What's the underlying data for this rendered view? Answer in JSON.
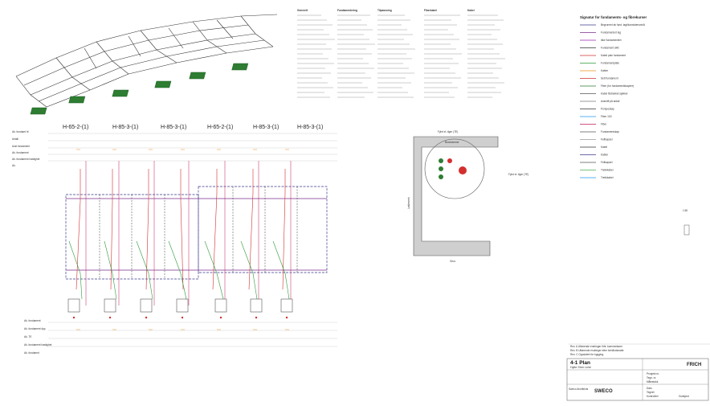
{
  "drawing": {
    "sheet_title": "4-1 Plan",
    "sheet_subtitle": "Hytte Strm Leire",
    "column_types": [
      "H-65-2-(1)",
      "H-85-3-(1)",
      "H-85-3-(1)",
      "H-65-2-(1)",
      "H-85-3-(1)",
      "H-85-3-(1)"
    ],
    "row_labels": [
      "Ak. fundamt ht",
      "Antall",
      "Avst fundament",
      "Ak. fundament",
      "Ak. fundament hastighet",
      "Ak."
    ],
    "bottom_row_labels": [
      "Ak. fundament",
      "Ak. fundament dyp",
      "Ak. TE",
      "Ak. fundament hastighet",
      "Ak. fundamnt"
    ],
    "detail_labels": {
      "top": "Fylnt el. tiger (TE)",
      "left": "Løkkeverk",
      "bottom": "Grus",
      "right": "Fylnt el. tiger (TE)",
      "inner": "Bunnramme"
    },
    "legend_title": "Signatur for fundaments- og fibrekurser",
    "legend_items": [
      "Begrunnet ak fund. lagt/konsistensnivå",
      "Fundamentert lag",
      "Ikke fundamentert",
      "Fundament slikt",
      "Kabel plan fundament",
      "Fundamentplate",
      "Kabler",
      "Sett fundament",
      "Fiber (for fundamentskapere)",
      "Kabel tilstrekket sjøkkel",
      "Avskrift på antall",
      "Pumpeskap",
      "Fiber 100",
      "Fiber",
      "Fundamentskap",
      "Feltkapsel",
      "Kabel",
      "Kabler",
      "Feltkapsel",
      "Trekkkabel",
      "Trekkkabel"
    ],
    "notes_columns": [
      "Generelt",
      "Fundamentering",
      "Tilpassning",
      "Fiberkabel",
      "Kabel"
    ],
    "revision_rows": [
      "Rev. A   Utførende endringer ihht. kommentarer",
      "Rev. B   Utførende endringer etter forhåndsmøte",
      "Rev. C   Oppdatert for bygging"
    ],
    "logos": [
      "Sweco Architects",
      "SWECO",
      "FRICH"
    ],
    "title_block_fields": [
      "Prosjekt nr.",
      "Tegn. nr.",
      "Målestokk",
      "Dato",
      "Tegnet",
      "Kontrollert",
      "Godkjent"
    ],
    "scale_marker": "1:50"
  }
}
